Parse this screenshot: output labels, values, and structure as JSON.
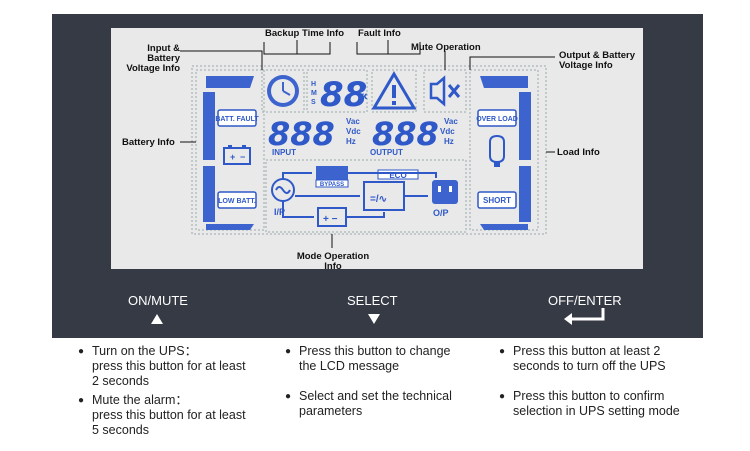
{
  "callouts": {
    "input_battery": "Input & Battery\nVoltage Info",
    "backup_time": "Backup Time Info",
    "fault": "Fault Info",
    "mute_operation": "Mute Operation",
    "output_battery": "Output & Battery\nVoltage Info",
    "battery": "Battery Info",
    "load": "Load Info",
    "mode_operation": "Mode Operation\nInfo"
  },
  "lcd": {
    "time_digits": "88",
    "time_units": [
      "H",
      "M",
      "S"
    ],
    "input_digits": "888",
    "output_digits": "888",
    "unit_vac": "Vac",
    "unit_vdc": "Vdc",
    "unit_hz": "Hz",
    "input_label": "INPUT",
    "output_label": "OUTPUT",
    "batt_fault": "BATT. FAULT",
    "low_batt": "LOW BATT.",
    "over_load": "OVER LOAD",
    "short": "SHORT",
    "bypass": "BYPASS",
    "eco": "ECO",
    "ip_label": "I/P",
    "op_label": "O/P",
    "segment_color": "#2f59c8"
  },
  "buttons": {
    "on_mute": "ON/MUTE",
    "select": "SELECT",
    "off_enter": "OFF/ENTER"
  },
  "descriptions": {
    "col1": [
      "Turn on the UPS：\npress this button for at least\n2 seconds",
      "Mute the alarm：\npress this button for at least\n5 seconds"
    ],
    "col2": [
      "Press this button to change\nthe LCD message",
      "Select and set the technical\nparameters"
    ],
    "col3": [
      "Press this button at least 2\nseconds to turn off the UPS",
      "Press this button to confirm\nselection in UPS setting mode"
    ]
  }
}
